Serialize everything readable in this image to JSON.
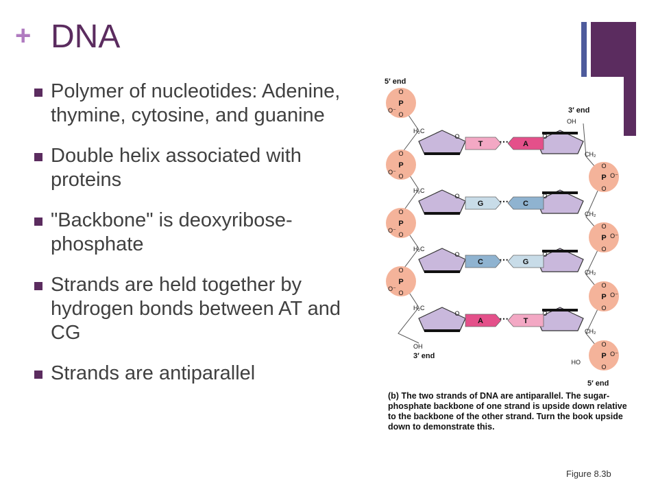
{
  "slide": {
    "plus": "+",
    "title": "DNA",
    "bullets": [
      "Polymer of nucleotides: Adenine, thymine, cytosine, and guanine",
      "Double helix associated with proteins",
      "\"Backbone\" is deoxyribose-phosphate",
      "Strands are held together by hydrogen bonds between AT and CG",
      "Strands are antiparallel"
    ],
    "figure_ref": "Figure 8.3b"
  },
  "figure": {
    "labels": {
      "left_top": "5′ end",
      "right_top": "3′ end",
      "left_bottom": "3′ end",
      "right_bottom": "5′ end"
    },
    "pairs": [
      {
        "left": "T",
        "right": "A"
      },
      {
        "left": "G",
        "right": "C"
      },
      {
        "left": "C",
        "right": "G"
      },
      {
        "left": "A",
        "right": "T"
      }
    ],
    "chem": {
      "phosphorus": "P",
      "oxygen": "O",
      "oxygen_minus": "O⁻",
      "hydroxyl": "OH",
      "hydroxyl_left": "HO",
      "methylene_left": "H₂C",
      "methylene_right": "CH₂",
      "hbond": "⋯"
    },
    "caption_label": "(b)",
    "caption_text": "The two strands of DNA are antiparallel. The sugar-phosphate backbone of one strand is upside down relative to the backbone of the other strand. Turn the book upside down to demonstrate this."
  },
  "colors": {
    "title": "#5b2c5f",
    "plus": "#b07bc0",
    "bullet": "#5b2c5f",
    "accent_blue": "#4e5b9c",
    "phosphate": "#f4b39a",
    "sugar": "#c9b8dc",
    "adenine": "#e4508a",
    "thymine": "#f3a8c4",
    "guanine": "#c8dce8",
    "cytosine": "#8fb3d0"
  }
}
